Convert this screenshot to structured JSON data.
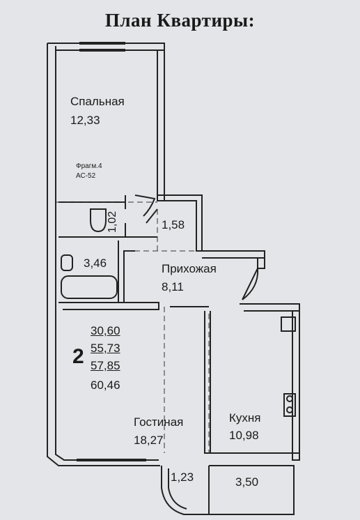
{
  "title": "План Квартиры:",
  "rooms": {
    "bedroom": {
      "name": "Спальная",
      "area": "12,33"
    },
    "hallway": {
      "name": "Прихожая",
      "area": "8,11"
    },
    "living": {
      "name": "Гостиная",
      "area": "18,27"
    },
    "kitchen": {
      "name": "Кухня",
      "area": "10,98"
    },
    "bathroom": {
      "area": "3,46"
    },
    "wc": {
      "area": "1,02"
    },
    "closet": {
      "area": "1,58"
    },
    "balcony_small": {
      "area": "1,23"
    },
    "balcony": {
      "area": "3,50"
    }
  },
  "fragment_note": {
    "line1": "Фрагм.4",
    "line2": "АС-52"
  },
  "summary": {
    "rooms_count": "2",
    "living_area": "30,60",
    "total_area_1": "55,73",
    "total_area_2": "57,85",
    "total_area_3": "60,46"
  }
}
